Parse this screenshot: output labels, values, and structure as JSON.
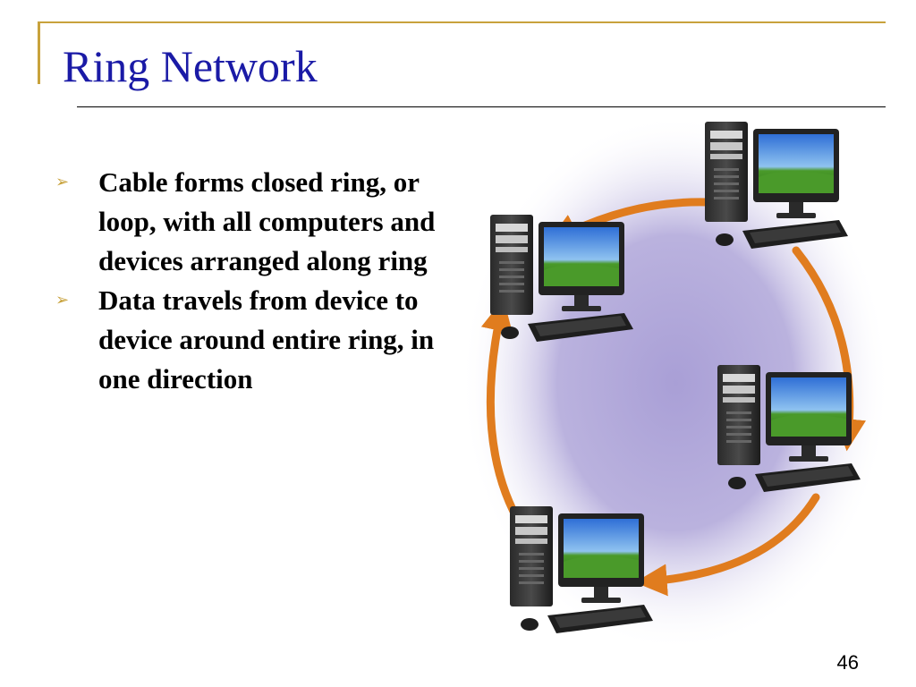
{
  "slide": {
    "title": "Ring Network",
    "bullets": [
      "Cable forms closed ring, or loop, with all computers and devices arranged along ring",
      "Data travels from device to device around entire ring, in one direction"
    ],
    "bullet_marker": "➢",
    "page_number": "46"
  },
  "icons": {
    "bullet": "arrow-bullet-icon",
    "computer": "desktop-computer-icon",
    "ring_arrow": "ring-arrow-icon"
  },
  "diagram": {
    "type": "ring-network",
    "computers": [
      "computer-top-right",
      "computer-left",
      "computer-right",
      "computer-bottom-left"
    ]
  },
  "colors": {
    "title": "#1a1aa6",
    "frame": "#c8a23c",
    "ring": "#e07c1e",
    "bullet": "#c8a23c",
    "halo": "#a99fd6",
    "screen": "#2f6fd6",
    "grass": "#4a9a2a"
  }
}
